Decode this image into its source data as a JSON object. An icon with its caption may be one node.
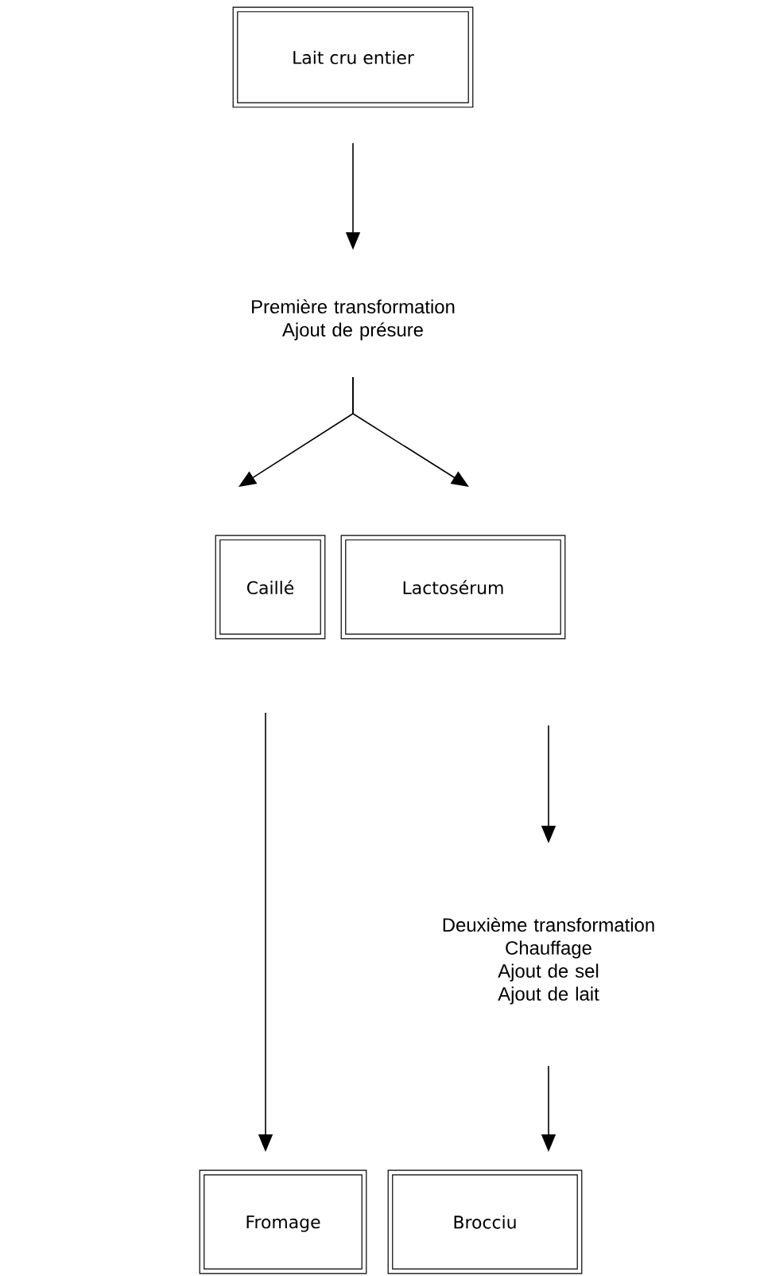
{
  "diagram": {
    "nodes": [
      {
        "text": [
          "Lait cru entier"
        ]
      },
      {
        "text": [
          "Première transformation",
          "Ajout de présure"
        ]
      },
      {
        "text": [
          "Caillé"
        ]
      },
      {
        "text": [
          "Lactosérum"
        ]
      },
      {
        "text": [
          "Deuxième transformation",
          "Chauffage",
          "Ajout de sel",
          "Ajout de lait"
        ]
      },
      {
        "text": [
          "Fromage"
        ]
      },
      {
        "text": [
          "Brocciu"
        ]
      }
    ],
    "edges": [
      {
        "from": 0,
        "to": 1,
        "arrow": "to"
      },
      {
        "from": 1,
        "to": 2,
        "arrow": "to"
      },
      {
        "from": 1,
        "to": 3,
        "arrow": "to"
      },
      {
        "from": 2,
        "to": 5,
        "arrow": "to"
      },
      {
        "from": 3,
        "to": 4,
        "arrow": "to"
      },
      {
        "from": 4,
        "to": 6,
        "arrow": "to"
      }
    ]
  }
}
